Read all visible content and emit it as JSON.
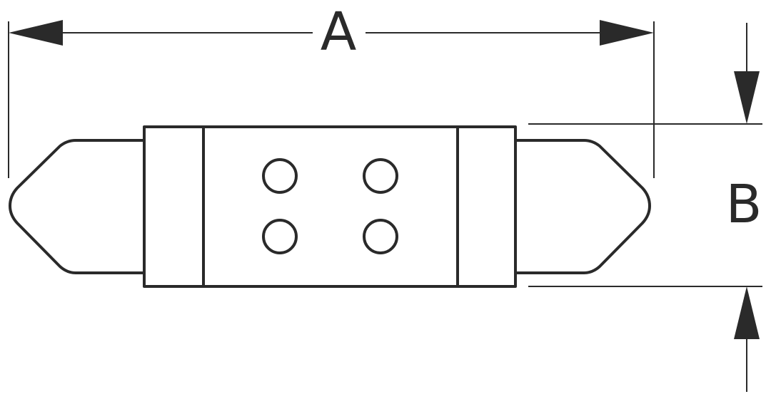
{
  "dimensions": {
    "length_label": "A",
    "diameter_label": "B"
  },
  "colors": {
    "line": "#2a2a2a",
    "background": "#ffffff"
  },
  "bulb": {
    "led_count": 4
  }
}
